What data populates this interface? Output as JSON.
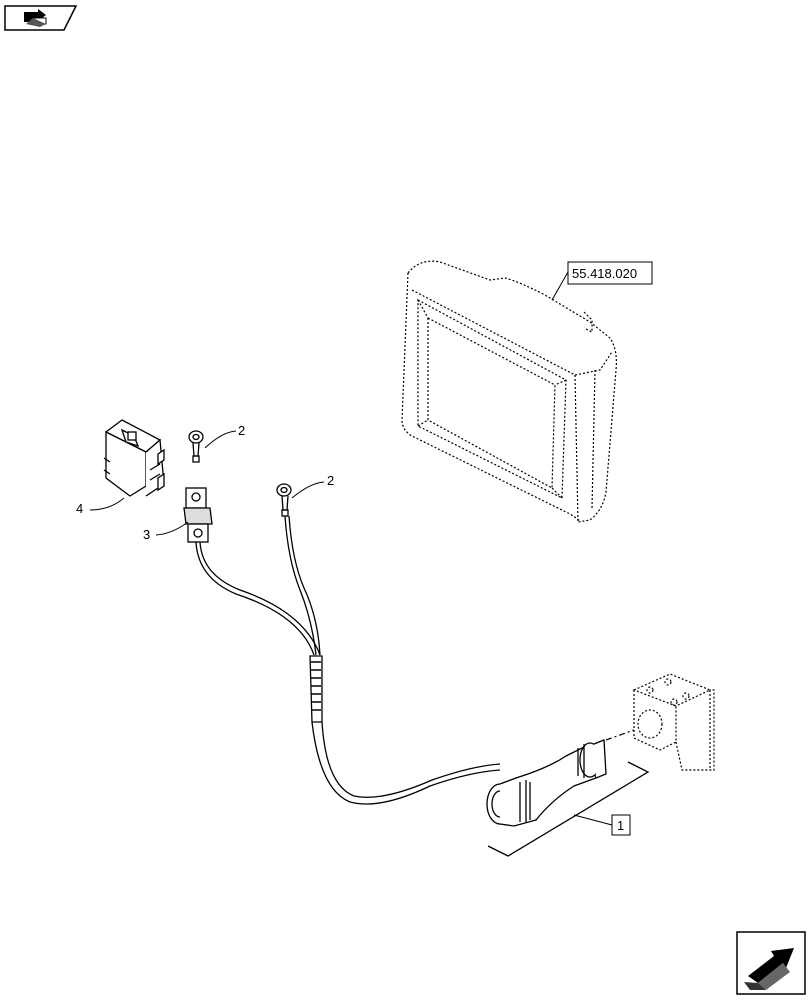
{
  "nav": {
    "prev_icon": "arrow-left-icon",
    "next_icon": "arrow-right-icon"
  },
  "callouts": {
    "ref_display": "55.418.020",
    "part_1": "1",
    "part_2a": "2",
    "part_2b": "2",
    "part_3": "3",
    "part_4": "4"
  }
}
